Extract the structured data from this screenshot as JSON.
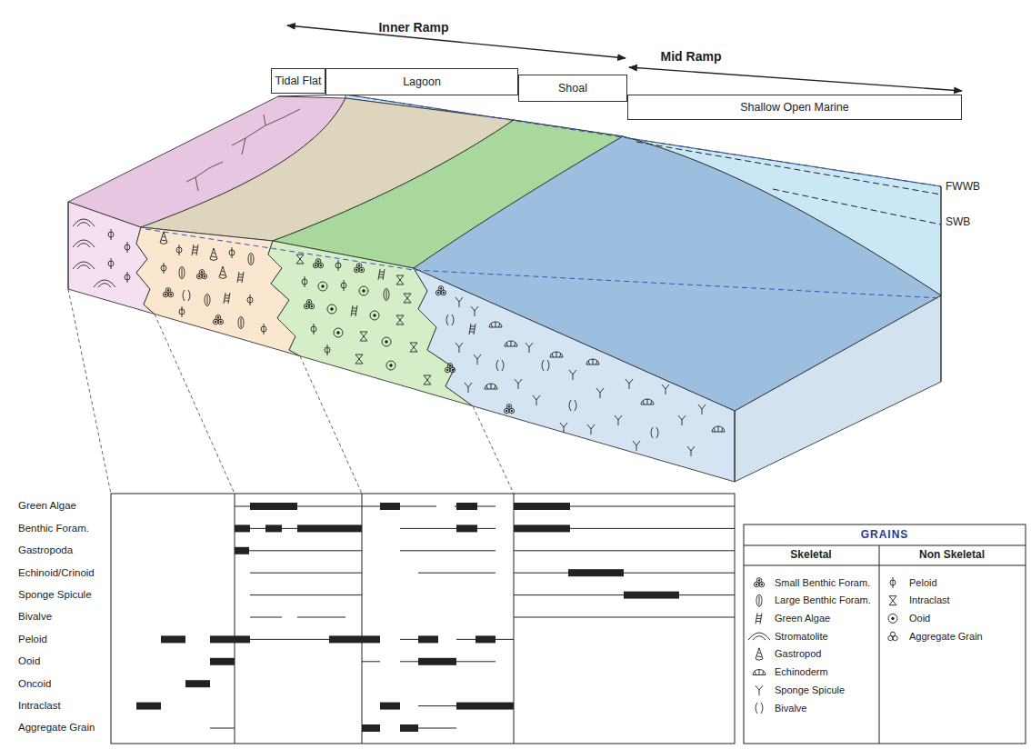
{
  "diagram": {
    "nodes": [
      {
        "text": [
          "Tidal Flat"
        ]
      },
      {
        "text": [
          "Lagoon"
        ]
      },
      {
        "text": [
          "Shoal"
        ]
      },
      {
        "text": [
          "Shallow Open Marine"
        ]
      }
    ],
    "labels": [
      "Inner Ramp",
      "Mid Ramp",
      "FWWB",
      "SWB",
      "Green Algae",
      "Benthic Foram.",
      "Gastropoda",
      "Echinoid/Crinoid",
      "Sponge Spicule",
      "Bivalve",
      "Peloid",
      "Ooid",
      "Oncoid",
      "Intraclast",
      "Aggregate Grain",
      "GRAINS",
      "Skeletal",
      "Non Skeletal"
    ],
    "legend": [
      {
        "text": "Small Benthic Foram."
      },
      {
        "text": "Large Benthic Foram."
      },
      {
        "text": "Green Algae"
      },
      {
        "text": "Stromatolite"
      },
      {
        "text": "Gastropod"
      },
      {
        "text": "Echinoderm"
      },
      {
        "text": "Sponge Spicule"
      },
      {
        "text": "Bivalve"
      },
      {
        "text": "Peloid"
      },
      {
        "text": "Intraclast"
      },
      {
        "text": "Ooid"
      },
      {
        "text": "Aggregate Grain"
      }
    ]
  }
}
